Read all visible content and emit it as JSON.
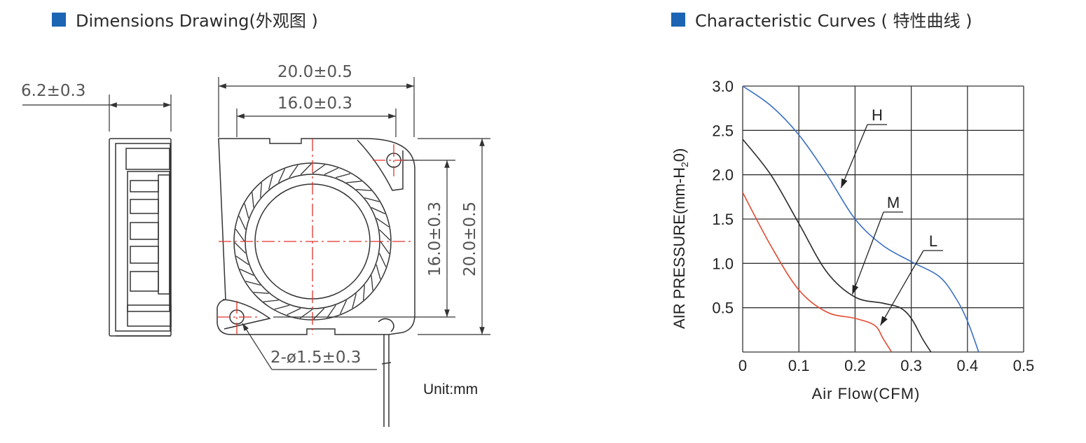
{
  "headings": {
    "left": "Dimensions Drawing(外观图 )",
    "right": "Characteristic Curves ( 特性曲线 )",
    "marker_color": "#1c64b4"
  },
  "drawing": {
    "side_thickness": "6.2±0.3",
    "outer_width": "20.0±0.5",
    "inner_width": "16.0±0.3",
    "hole_spacing_vertical": "16.0±0.3",
    "outer_height": "20.0±0.5",
    "hole_spec": "2-ø1.5±0.3",
    "unit": "Unit:mm",
    "centerline_color": "#e0332a"
  },
  "chart_data": {
    "type": "line",
    "xlabel": "Air Flow(CFM)",
    "ylabel": "AIR PRESSURE(mm-H2O)",
    "ylabel_main": "AIR PRESSURE(mm-H",
    "ylabel_sub": "2",
    "ylabel_end": "0)",
    "xlim": [
      0,
      0.5
    ],
    "ylim": [
      0,
      3.0
    ],
    "x_ticks": [
      "0",
      "0.1",
      "0.2",
      "0.3",
      "0.4",
      "0.5"
    ],
    "y_ticks": [
      "0.5",
      "1.0",
      "1.5",
      "2.0",
      "2.5",
      "3.0"
    ],
    "grid": true,
    "series": [
      {
        "name": "H",
        "color": "#3a6fc4",
        "x": [
          0,
          0.05,
          0.1,
          0.15,
          0.2,
          0.25,
          0.3,
          0.35,
          0.38,
          0.4,
          0.42
        ],
        "y": [
          3.0,
          2.78,
          2.45,
          2.0,
          1.5,
          1.2,
          1.02,
          0.85,
          0.6,
          0.35,
          0.0
        ]
      },
      {
        "name": "M",
        "color": "#2a2a2a",
        "x": [
          0,
          0.05,
          0.1,
          0.15,
          0.2,
          0.25,
          0.28,
          0.3,
          0.32,
          0.335
        ],
        "y": [
          2.4,
          2.0,
          1.45,
          0.9,
          0.62,
          0.55,
          0.5,
          0.38,
          0.15,
          0.0
        ]
      },
      {
        "name": "L",
        "color": "#e04a2e",
        "x": [
          0,
          0.05,
          0.1,
          0.15,
          0.2,
          0.235,
          0.25,
          0.265
        ],
        "y": [
          1.8,
          1.2,
          0.7,
          0.45,
          0.38,
          0.3,
          0.15,
          0.0
        ]
      }
    ],
    "annotations": [
      {
        "label": "H",
        "tip_x": 0.175,
        "tip_y": 1.85
      },
      {
        "label": "M",
        "tip_x": 0.195,
        "tip_y": 0.65
      },
      {
        "label": "L",
        "tip_x": 0.245,
        "tip_y": 0.3
      }
    ]
  }
}
